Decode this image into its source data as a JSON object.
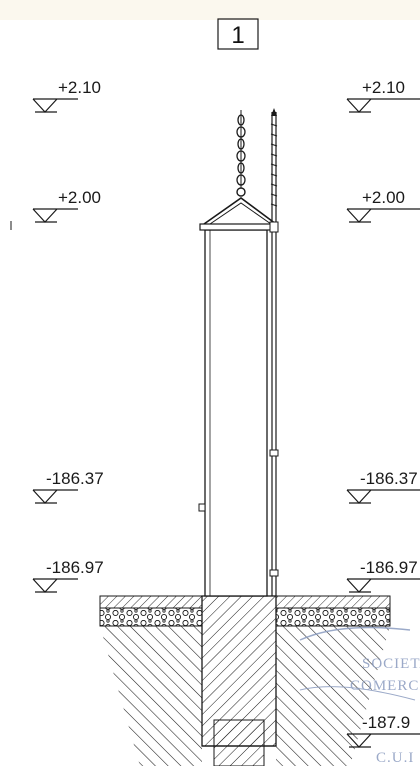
{
  "drawing": {
    "detail_number": "1",
    "levels": [
      {
        "id": "top",
        "value": "+2.10"
      },
      {
        "id": "head",
        "value": "+2.00"
      },
      {
        "id": "platform",
        "value": "-186.37"
      },
      {
        "id": "ground",
        "value": "-186.97"
      },
      {
        "id": "bottom",
        "value": "-187.9"
      }
    ],
    "stamp_lines": [
      "SOCIETA",
      "COMERCI",
      "C.U.I"
    ],
    "colors": {
      "line": "#1a1a1a",
      "stamp": "#8a9bbf",
      "paper": "#ffffff"
    }
  }
}
